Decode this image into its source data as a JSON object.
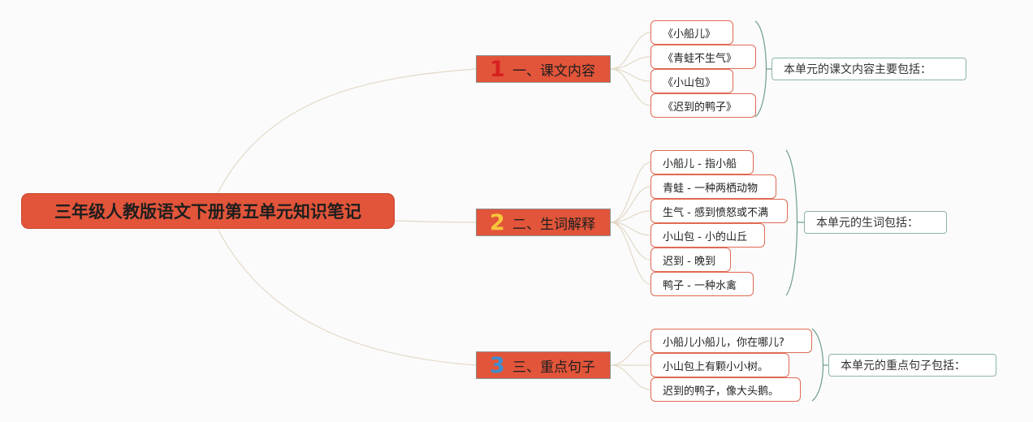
{
  "root": {
    "title": "三年级人教版语文下册第五单元知识笔记"
  },
  "colors": {
    "node": "#e2553a",
    "num1": "#d8201f",
    "num2": "#f7c63b",
    "num3": "#3d8fd0",
    "leaf_border": "#e06a54",
    "summary_border": "#8cb4a8"
  },
  "branches": [
    {
      "number": "1",
      "label": "一、课文内容",
      "items": [
        "《小船儿》",
        "《青蛙不生气》",
        "《小山包》",
        "《迟到的鸭子》"
      ],
      "summary": "本单元的课文内容主要包括："
    },
    {
      "number": "2",
      "label": "二、生词解释",
      "items": [
        "小船儿 - 指小船",
        "青蛙 - 一种两栖动物",
        "生气 - 感到愤怒或不满",
        "小山包 - 小的山丘",
        "迟到 - 晚到",
        "鸭子 - 一种水禽"
      ],
      "summary": "本单元的生词包括："
    },
    {
      "number": "3",
      "label": "三、重点句子",
      "items": [
        "小船儿小船儿，你在哪儿?",
        "小山包上有颗小小树。",
        "迟到的鸭子，像大头鹅。"
      ],
      "summary": "本单元的重点句子包括："
    }
  ]
}
